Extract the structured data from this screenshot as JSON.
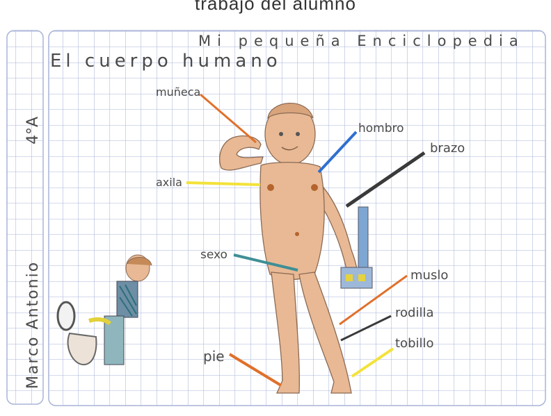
{
  "caption": "trabajo del alumno",
  "header": {
    "encyclopedia_title": "Mi pequeña Enciclopedia",
    "topic_title": "El cuerpo humano"
  },
  "margin": {
    "grade": "4°A",
    "student_name": "Marco Antonio"
  },
  "labels": {
    "muneca": "muñeca",
    "axila": "axila",
    "hombro": "hombro",
    "brazo": "brazo",
    "sexo": "sexo",
    "muslo": "muslo",
    "rodilla": "rodilla",
    "tobillo": "tobillo",
    "pie": "pie"
  },
  "colors": {
    "grid": "#a9b4d8",
    "skin": "#e8b994",
    "skin_outline": "#8a6a55",
    "orange_line": "#e0702a",
    "yellow_line": "#f3e23a",
    "blue_line": "#2f6fd0",
    "dark_line": "#3a3a3a",
    "teal_line": "#3f8f95"
  }
}
